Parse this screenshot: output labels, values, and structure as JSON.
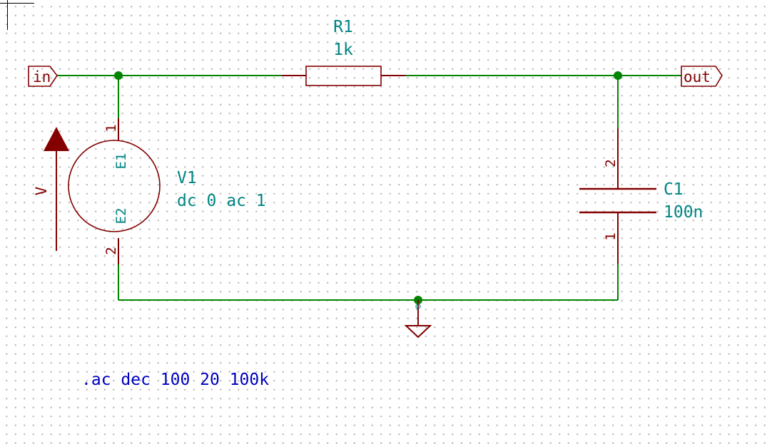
{
  "labels": {
    "input": "in",
    "output": "out"
  },
  "components": {
    "resistor": {
      "ref": "R1",
      "value": "1k"
    },
    "capacitor": {
      "ref": "C1",
      "value": "100n",
      "pin_top": "2",
      "pin_bottom": "1"
    },
    "source": {
      "ref": "V1",
      "value": "dc 0 ac 1",
      "pin_top": "1",
      "pin_bottom": "2",
      "pin_name_top": "E1",
      "pin_name_bottom": "E2",
      "arrow_label": "V"
    }
  },
  "directive": ".ac dec 100 20 100k",
  "colors": {
    "wire": "#008400",
    "component": "#840000",
    "field_text": "#008484",
    "directive_text": "#0000c2"
  }
}
